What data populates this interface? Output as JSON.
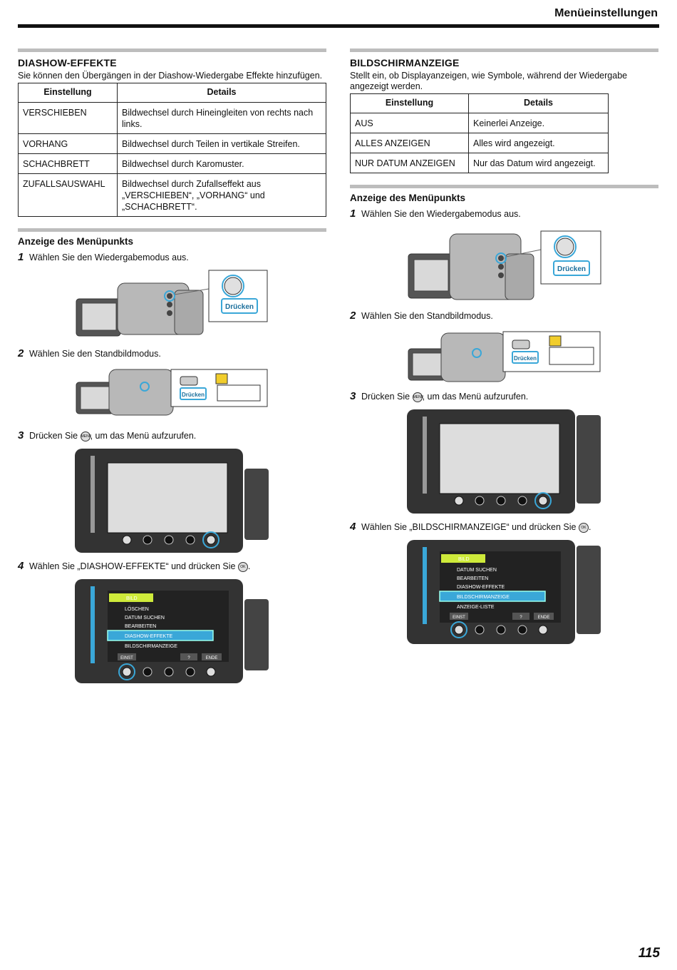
{
  "header": {
    "title": "Menüeinstellungen"
  },
  "left": {
    "section_title": "DIASHOW-EFFEKTE",
    "description": "Sie können den Übergängen in der Diashow-Wiedergabe Effekte hinzufügen.",
    "table": {
      "headers": [
        "Einstellung",
        "Details"
      ],
      "rows": [
        [
          "VERSCHIEBEN",
          "Bildwechsel durch Hineingleiten von rechts nach links."
        ],
        [
          "VORHANG",
          "Bildwechsel durch Teilen in vertikale Streifen."
        ],
        [
          "SCHACHBRETT",
          "Bildwechsel durch Karomuster."
        ],
        [
          "ZUFALLSAUSWAHL",
          "Bildwechsel durch Zufallseffekt aus „VERSCHIEBEN“, „VORHANG“ und „SCHACHBRETT“."
        ]
      ]
    },
    "menu_heading": "Anzeige des Menüpunkts",
    "steps": {
      "s1": {
        "no": "1",
        "text": "Wählen Sie den Wiedergabemodus aus."
      },
      "s2": {
        "no": "2",
        "text": "Wählen Sie den Standbildmodus."
      },
      "s3": {
        "no": "3",
        "pre": "Drücken Sie ",
        "post": ", um das Menü aufzurufen."
      },
      "s4": {
        "no": "4",
        "pre": "Wählen Sie „DIASHOW-EFFEKTE“ und drücken Sie ",
        "post": "."
      }
    },
    "menu_items": [
      "BILD",
      "LÖSCHEN",
      "DATUM SUCHEN",
      "BEARBEITEN",
      "DIASHOW-EFFEKTE",
      "BILDSCHIRMANZEIGE"
    ],
    "highlight": "DIASHOW-EFFEKTE"
  },
  "right": {
    "section_title": "BILDSCHIRMANZEIGE",
    "description": "Stellt ein, ob Displayanzeigen, wie Symbole, während der Wiedergabe angezeigt werden.",
    "table": {
      "headers": [
        "Einstellung",
        "Details"
      ],
      "rows": [
        [
          "AUS",
          "Keinerlei Anzeige."
        ],
        [
          "ALLES ANZEIGEN",
          "Alles wird angezeigt."
        ],
        [
          "NUR DATUM ANZEIGEN",
          "Nur das Datum wird angezeigt."
        ]
      ]
    },
    "menu_heading": "Anzeige des Menüpunkts",
    "steps": {
      "s1": {
        "no": "1",
        "text": "Wählen Sie den Wiedergabemodus aus."
      },
      "s2": {
        "no": "2",
        "text": "Wählen Sie den Standbildmodus."
      },
      "s3": {
        "no": "3",
        "pre": "Drücken Sie ",
        "post": ", um das Menü aufzurufen."
      },
      "s4": {
        "no": "4",
        "pre": "Wählen Sie „BILDSCHIRMANZEIGE“ und drücken Sie ",
        "post": "."
      }
    },
    "menu_items": [
      "BILD",
      "DATUM SUCHEN",
      "BEARBEITEN",
      "DIASHOW-EFFEKTE",
      "BILDSCHIRMANZEIGE",
      "ANZEIGE-LISTE"
    ],
    "highlight": "BILDSCHIRMANZEIGE"
  },
  "figure_labels": {
    "druecken": "Drücken",
    "einst": "EINST",
    "help": "?",
    "ende": "ENDE",
    "ok": "OK",
    "menu": "MENU"
  },
  "page_number": "115"
}
